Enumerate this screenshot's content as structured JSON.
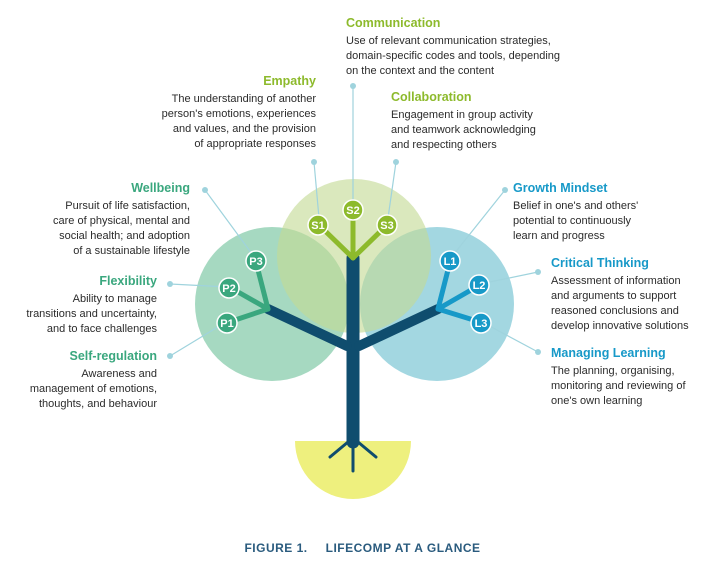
{
  "figure": {
    "caption_number": "FIGURE 1.",
    "caption_title": "LIFECOMP AT A GLANCE"
  },
  "colors": {
    "personal": "#7cc8a4",
    "social": "#c9de9c",
    "learning": "#7fc7d5",
    "trunk": "#0f4d6e",
    "roots": "#eef07e",
    "personal_node": "#3aa77e",
    "social_node": "#8dba2c",
    "learning_node": "#1799c8"
  },
  "competences": {
    "communication": {
      "title": "Communication",
      "desc": [
        "Use of relevant communication strategies,",
        "domain-specific codes and tools, depending",
        "on the context and the content"
      ]
    },
    "empathy": {
      "title": "Empathy",
      "desc": [
        "The understanding of another",
        "person's emotions, experiences",
        "and values, and the provision",
        "of appropriate responses"
      ]
    },
    "collaboration": {
      "title": "Collaboration",
      "desc": [
        "Engagement in group activity",
        "and teamwork acknowledging",
        "and respecting others"
      ]
    },
    "wellbeing": {
      "title": "Wellbeing",
      "desc": [
        "Pursuit of life satisfaction,",
        "care of physical, mental and",
        "social health; and adoption",
        "of a sustainable lifestyle"
      ]
    },
    "flexibility": {
      "title": "Flexibility",
      "desc": [
        "Ability to manage",
        "transitions and uncertainty,",
        "and to face challenges"
      ]
    },
    "self_regulation": {
      "title": "Self-regulation",
      "desc": [
        "Awareness and",
        "management of emotions,",
        "thoughts, and behaviour"
      ]
    },
    "growth_mindset": {
      "title": "Growth Mindset",
      "desc": [
        "Belief in one's and others'",
        "potential to continuously",
        "learn and progress"
      ]
    },
    "critical_thinking": {
      "title": "Critical Thinking",
      "desc": [
        "Assessment of information",
        "and arguments to support",
        "reasoned conclusions and",
        "develop innovative solutions"
      ]
    },
    "managing_learning": {
      "title": "Managing Learning",
      "desc": [
        "The planning, organising,",
        "monitoring and reviewing of",
        "one's own learning"
      ]
    }
  },
  "nodes": {
    "s1": "S1",
    "s2": "S2",
    "s3": "S3",
    "p1": "P1",
    "p2": "P2",
    "p3": "P3",
    "l1": "L1",
    "l2": "L2",
    "l3": "L3"
  }
}
